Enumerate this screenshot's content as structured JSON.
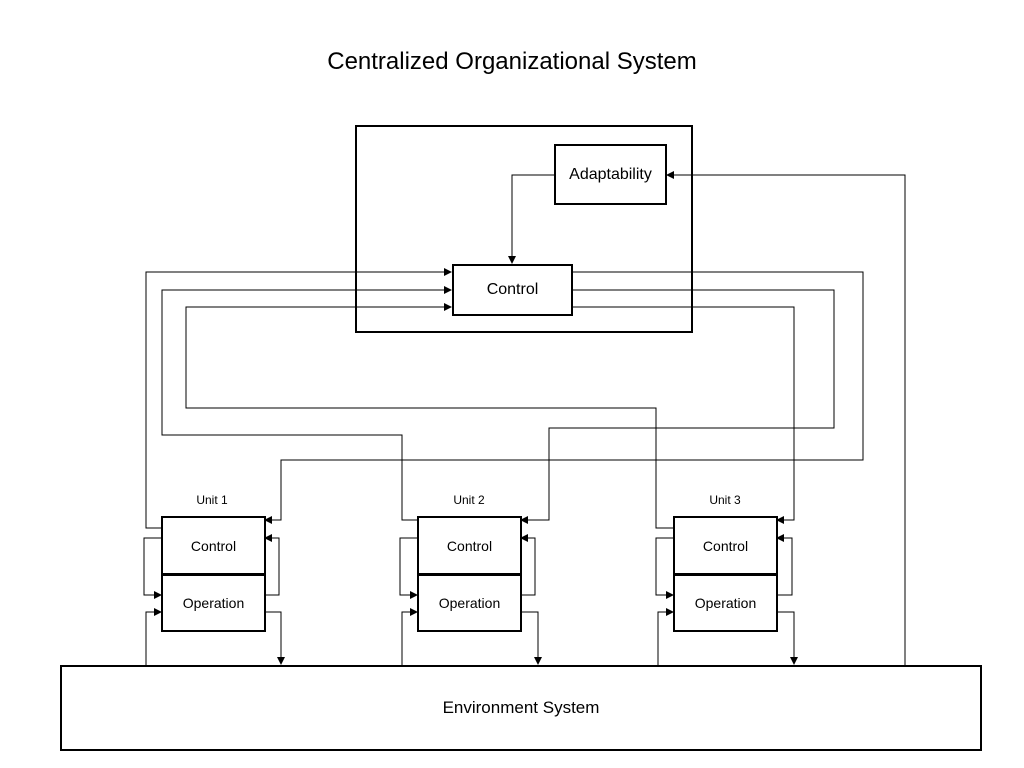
{
  "title": "Centralized Organizational System",
  "central": {
    "adaptability": "Adaptability",
    "control": "Control"
  },
  "units": [
    {
      "label": "Unit 1",
      "control": "Control",
      "operation": "Operation"
    },
    {
      "label": "Unit 2",
      "control": "Control",
      "operation": "Operation"
    },
    {
      "label": "Unit 3",
      "control": "Control",
      "operation": "Operation"
    }
  ],
  "environment": "Environment System"
}
